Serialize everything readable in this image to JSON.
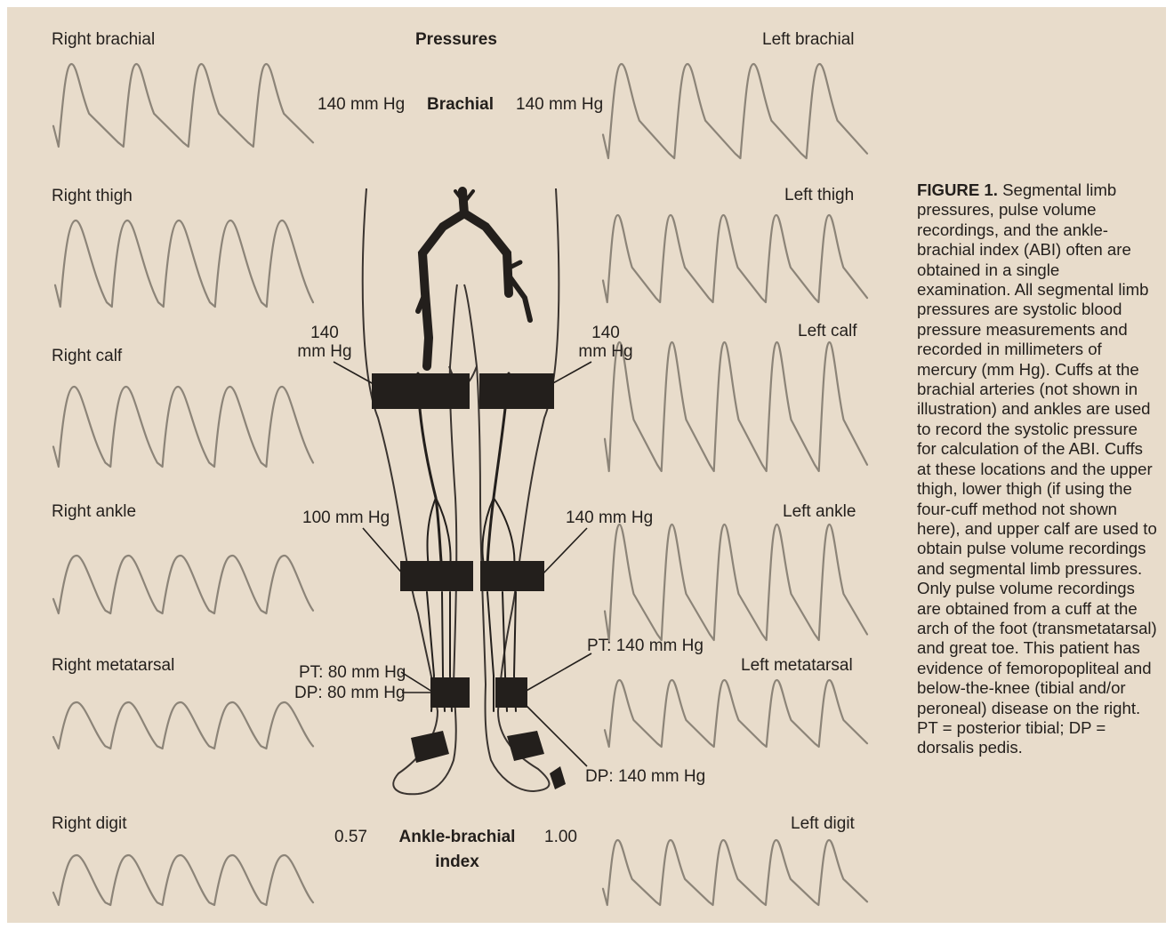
{
  "labels": {
    "pressures_heading": "Pressures",
    "brachial_row": {
      "left_value": "140 mm Hg",
      "label": "Brachial",
      "right_value": "140 mm Hg"
    },
    "right": [
      "Right brachial",
      "Right thigh",
      "Right calf",
      "Right ankle",
      "Right metatarsal",
      "Right digit"
    ],
    "left": [
      "Left brachial",
      "Left thigh",
      "Left calf",
      "Left ankle",
      "Left metatarsal",
      "Left digit"
    ],
    "thigh_right": {
      "line1": "140",
      "line2": "mm Hg"
    },
    "thigh_left": {
      "line1": "140",
      "line2": "mm Hg"
    },
    "calf_right": "100 mm Hg",
    "calf_left": "140 mm Hg",
    "ankle_right_pt": "PT: 80 mm Hg",
    "ankle_right_dp": "DP: 80 mm Hg",
    "ankle_left_pt": "PT: 140 mm Hg",
    "ankle_left_dp": "DP: 140 mm Hg",
    "abi": {
      "right_value": "0.57",
      "label_line1": "Ankle-brachial",
      "label_line2": "index",
      "left_value": "1.00"
    }
  },
  "caption": {
    "figure_label": "FIGURE 1.",
    "text": "Segmental limb pressures, pulse volume recordings, and the ankle-brachial index (ABI) often are obtained in a single examination. All segmental limb pressures are systolic blood pressure measurements and recorded in millimeters of mercury (mm Hg). Cuffs at the brachial arteries (not shown in illustration) and ankles are used to record the systolic pressure for calculation of the ABI. Cuffs at these locations and the upper thigh, lower thigh (if using the four-cuff method not shown here), and upper calf are used to obtain pulse volume recordings and segmental limb pressures. Only pulse volume recordings are obtained from a cuff at the arch of the foot (transmetatarsal) and great toe. This patient has evidence of femoropopliteal and below-the-knee (tibial and/or peroneal) disease on the right. PT = posterior tibial; DP = dorsalis pedis."
  },
  "colors": {
    "background": "#e8dccb",
    "waveform": "#8c8478",
    "ink": "#231f1c"
  }
}
